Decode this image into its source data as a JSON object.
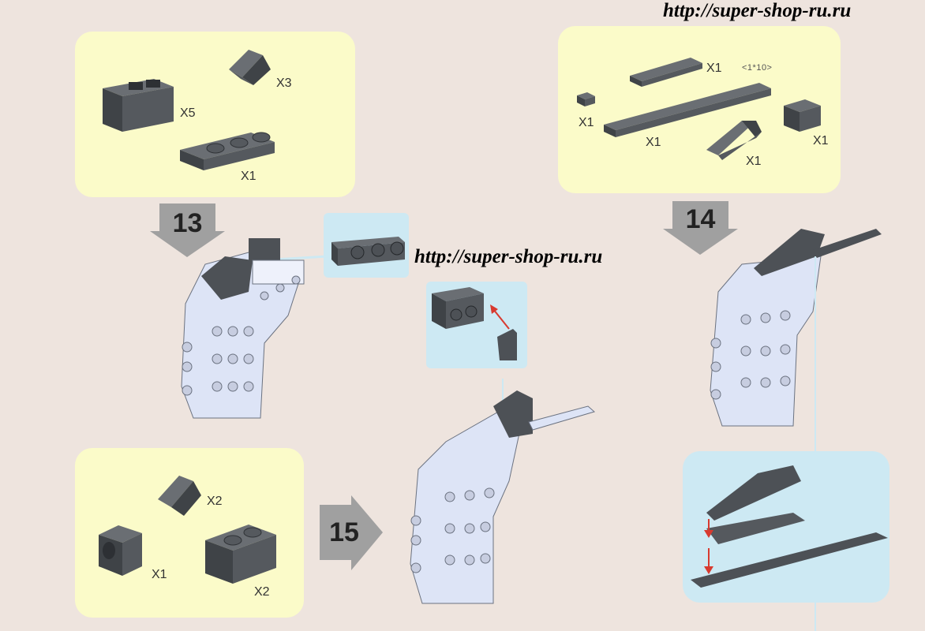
{
  "watermarks": {
    "top": "http://super-shop-ru.ru",
    "middle": "http://super-shop-ru.ru"
  },
  "steps": [
    {
      "number": "13"
    },
    {
      "number": "14"
    },
    {
      "number": "15"
    }
  ],
  "parts_13": {
    "brick_qty": "X5",
    "slope_qty": "X3",
    "plate_qty": "X1"
  },
  "parts_14": {
    "plate_1x4_qty": "X1",
    "plate_1x10_spec": "<1*10>",
    "tile_1x1_qty": "X1",
    "plate_1x10_qty": "X1",
    "slope_long_qty": "X1",
    "brick_1x2_qty": "X1"
  },
  "parts_15": {
    "slope_qty": "X2",
    "brick_round_qty": "X1",
    "brick_1x2_qty": "X2"
  },
  "colors": {
    "background": "#eee4de",
    "panel_yellow": "#fbfbc9",
    "panel_blue": "#cde9f3",
    "brick_dark": "#4d5156",
    "brick_light": "#dde4f6",
    "arrow_gray": "#9a9a9a",
    "guide_red": "#d83a2f"
  },
  "icons": [
    "arrow-down-icon",
    "arrow-right-icon",
    "red-arrow-icon"
  ]
}
